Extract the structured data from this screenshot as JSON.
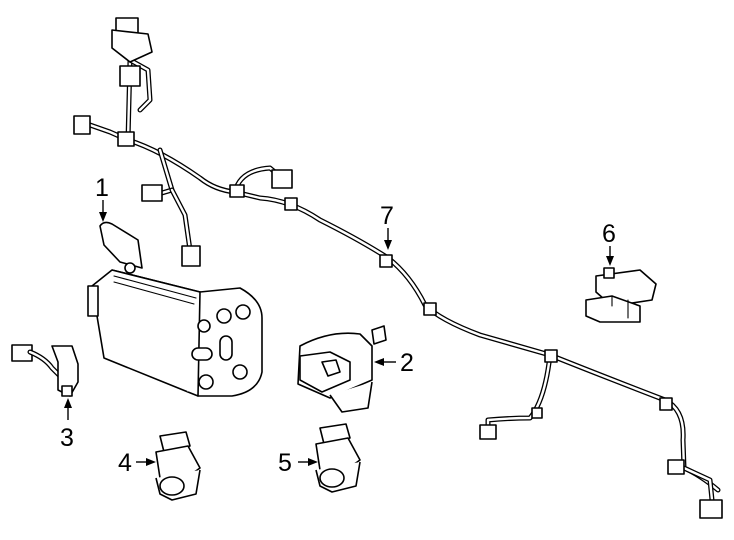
{
  "callouts": [
    {
      "id": "1",
      "label": "1",
      "part": "radar-sensor-bracket"
    },
    {
      "id": "2",
      "label": "2",
      "part": "connector"
    },
    {
      "id": "3",
      "label": "3",
      "part": "sensor-harness-clip"
    },
    {
      "id": "4",
      "label": "4",
      "part": "parking-sensor-retainer"
    },
    {
      "id": "5",
      "label": "5",
      "part": "parking-sensor-retainer"
    },
    {
      "id": "6",
      "label": "6",
      "part": "sensor"
    },
    {
      "id": "7",
      "label": "7",
      "part": "wiring-harness"
    }
  ],
  "colors": {
    "line": "#000000",
    "fill": "#ffffff"
  }
}
